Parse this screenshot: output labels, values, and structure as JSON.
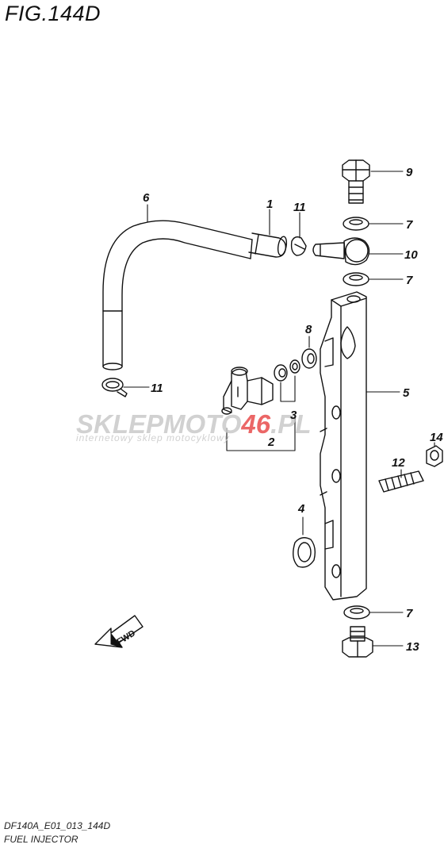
{
  "figure": {
    "title": "FIG.144D",
    "code": "DF140A_E01_013_144D",
    "caption": "FUEL INJECTOR"
  },
  "callouts": {
    "c1": "1",
    "c2": "2",
    "c3": "3",
    "c4": "4",
    "c5": "5",
    "c6": "6",
    "c7a": "7",
    "c7b": "7",
    "c7c": "7",
    "c8": "8",
    "c9": "9",
    "c10": "10",
    "c11a": "11",
    "c11b": "11",
    "c12": "12",
    "c13": "13",
    "c14": "14"
  },
  "arrow_label": "FWD",
  "watermark": {
    "part1": "SKLEP",
    "part2": "MOTO",
    "part3": "46",
    "part4": ".PL",
    "tagline": "internetowy sklep motocyklowy",
    "gray": "#c9c9c9",
    "red": "#e84c4c"
  },
  "colors": {
    "line": "#111111",
    "paper": "#ffffff"
  }
}
